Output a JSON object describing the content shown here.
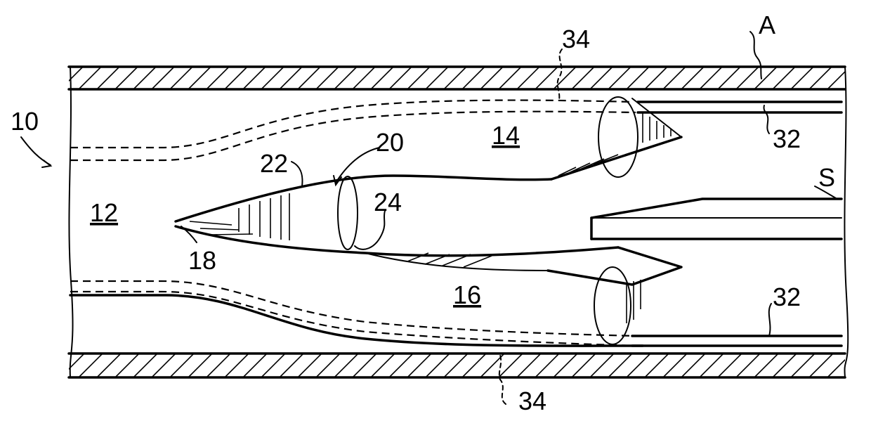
{
  "figure": {
    "labels": {
      "device": "10",
      "artery": "A",
      "lumen": "12",
      "upper_branch": "14",
      "lower_branch": "16",
      "tip": "18",
      "septum": "20",
      "cut_line": "22",
      "marker": "24",
      "rail_upper": "32",
      "rail_lower": "32",
      "seal_upper": "34",
      "seal_lower": "34",
      "stent": "S"
    }
  }
}
